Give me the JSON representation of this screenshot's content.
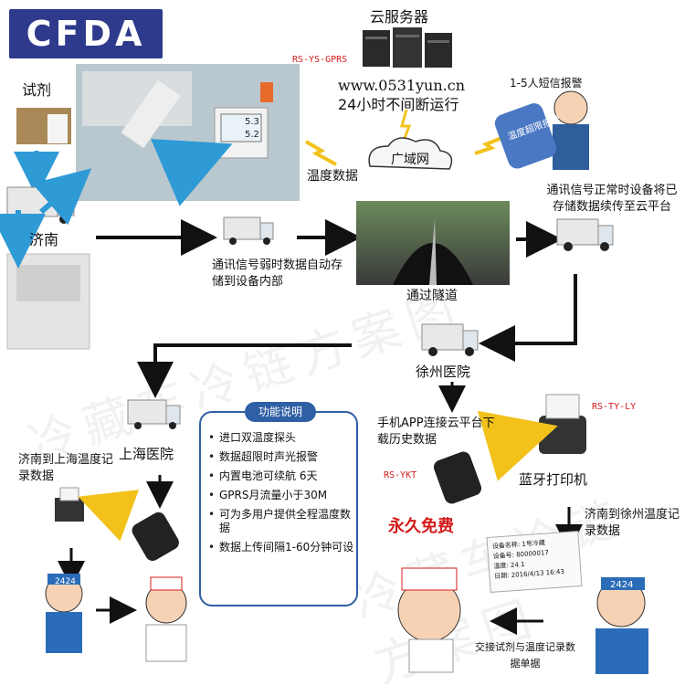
{
  "brand": {
    "logo_text": "CFDA",
    "logo_bg": "#2e3a8c"
  },
  "cloud": {
    "server_title": "云服务器",
    "url": "www.0531yun.cn",
    "uptime": "24小时不间断运行",
    "wan": "广域网"
  },
  "devices": {
    "gprs": "RS-YS-GPRS",
    "printer": "RS-TY-LY",
    "phone": "RS-YKT",
    "display_reading_1": "5.3",
    "display_reading_2": "5.2"
  },
  "nodes": {
    "reagent": "试剂",
    "jinan": "济南",
    "temp_data": "温度数据",
    "sms_alert": "1-5人短信报警",
    "sms_bubble": "温度超限报警",
    "resume_upload": "通讯信号正常时设备将已存储数据续传至云平台",
    "weak_signal": "通讯信号弱时数据自动存储到设备内部",
    "tunnel": "通过隧道",
    "xuzhou": "徐州医院",
    "shanghai": "上海医院",
    "app_download": "手机APP连接云平台下载历史数据",
    "bt_printer": "蓝牙打印机",
    "jinan_shanghai": "济南到上海温度记录数据",
    "jinan_xuzhou": "济南到徐州温度记录数据",
    "free_forever": "永久免费",
    "handover": "交接试剂与温度记录数据单据",
    "badge": "2424"
  },
  "features": {
    "title": "功能说明",
    "items": [
      "进口双温度探头",
      "数据超限时声光报警",
      "内置电池可续航 6天",
      "GPRS月流量小于30M",
      "可为多用户提供全程温度数据",
      "数据上传间隔1-60分钟可设"
    ]
  },
  "receipt": {
    "lines": [
      "设备名称: 1号冷藏",
      "设备号: 80000017",
      "温度: 24.1",
      "日期: 2016/4/13 16:43"
    ]
  },
  "watermark": "冷藏车冷链方案图",
  "colors": {
    "arrow": "#111111",
    "blue_arrow": "#2e9ad6",
    "yellow": "#f2c21b",
    "red": "#d41b1b",
    "panel": "#2f5fa5"
  }
}
